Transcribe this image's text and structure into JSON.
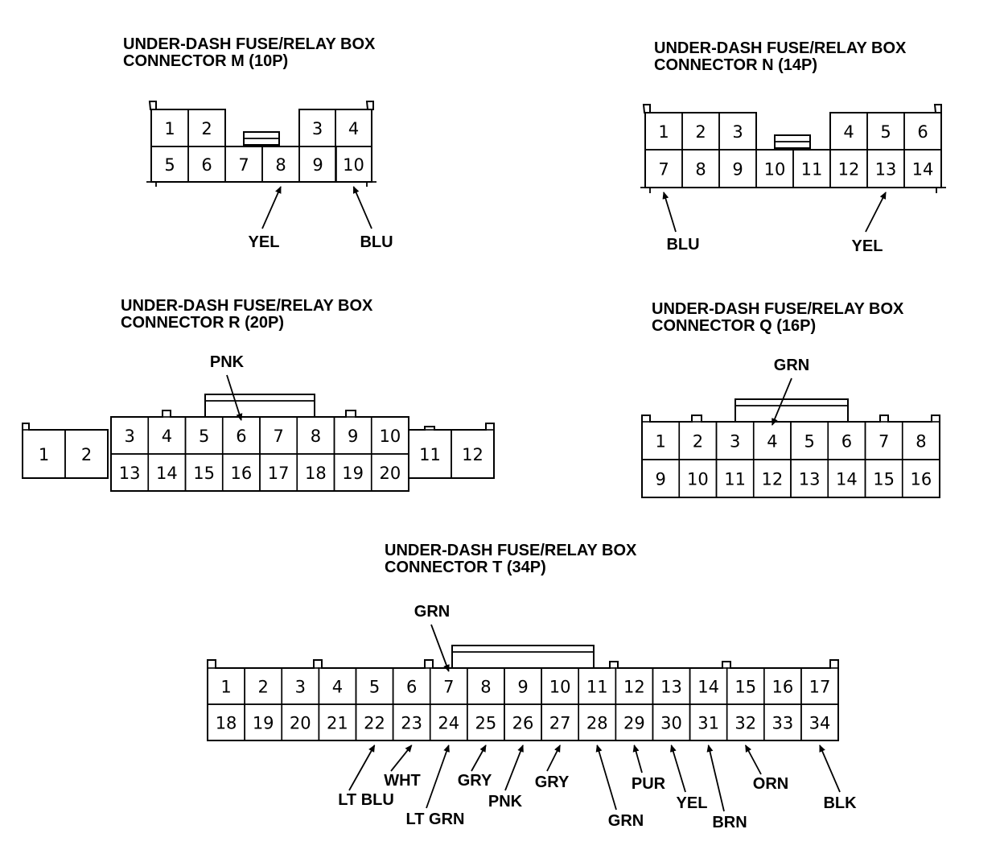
{
  "connectors": {
    "m": {
      "title1": "UNDER-DASH FUSE/RELAY BOX",
      "title2": "CONNECTOR M (10P)",
      "pins": [
        "1",
        "2",
        "3",
        "4",
        "5",
        "6",
        "7",
        "8",
        "9",
        "10"
      ],
      "wires": [
        {
          "pin": "8",
          "label": "YEL"
        },
        {
          "pin": "10",
          "label": "BLU"
        }
      ]
    },
    "n": {
      "title1": "UNDER-DASH FUSE/RELAY BOX",
      "title2": "CONNECTOR N (14P)",
      "pins": [
        "1",
        "2",
        "3",
        "4",
        "5",
        "6",
        "7",
        "8",
        "9",
        "10",
        "11",
        "12",
        "13",
        "14"
      ],
      "wires": [
        {
          "pin": "7",
          "label": "BLU"
        },
        {
          "pin": "13",
          "label": "YEL"
        }
      ]
    },
    "r": {
      "title1": "UNDER-DASH FUSE/RELAY BOX",
      "title2": "CONNECTOR R (20P)",
      "pins": [
        "1",
        "2",
        "3",
        "4",
        "5",
        "6",
        "7",
        "8",
        "9",
        "10",
        "11",
        "12",
        "13",
        "14",
        "15",
        "16",
        "17",
        "18",
        "19",
        "20"
      ],
      "wires": [
        {
          "pin": "6",
          "label": "PNK"
        }
      ]
    },
    "q": {
      "title1": "UNDER-DASH FUSE/RELAY BOX",
      "title2": "CONNECTOR Q (16P)",
      "pins": [
        "1",
        "2",
        "3",
        "4",
        "5",
        "6",
        "7",
        "8",
        "9",
        "10",
        "11",
        "12",
        "13",
        "14",
        "15",
        "16"
      ],
      "wires": [
        {
          "pin": "4",
          "label": "GRN"
        }
      ]
    },
    "t": {
      "title1": "UNDER-DASH FUSE/RELAY BOX",
      "title2": "CONNECTOR T (34P)",
      "pins": [
        "1",
        "2",
        "3",
        "4",
        "5",
        "6",
        "7",
        "8",
        "9",
        "10",
        "11",
        "12",
        "13",
        "14",
        "15",
        "16",
        "17",
        "18",
        "19",
        "20",
        "21",
        "22",
        "23",
        "24",
        "25",
        "26",
        "27",
        "28",
        "29",
        "30",
        "31",
        "32",
        "33",
        "34"
      ],
      "wires": [
        {
          "pin": "7",
          "label": "GRN"
        },
        {
          "pin": "22",
          "label": "LT BLU"
        },
        {
          "pin": "23",
          "label": "WHT"
        },
        {
          "pin": "24",
          "label": "LT GRN"
        },
        {
          "pin": "25",
          "label": "GRY"
        },
        {
          "pin": "26",
          "label": "PNK"
        },
        {
          "pin": "27",
          "label": "GRY"
        },
        {
          "pin": "28",
          "label": "GRN"
        },
        {
          "pin": "29",
          "label": "PUR"
        },
        {
          "pin": "30",
          "label": "YEL"
        },
        {
          "pin": "31",
          "label": "BRN"
        },
        {
          "pin": "32",
          "label": "ORN"
        },
        {
          "pin": "34",
          "label": "BLK"
        }
      ]
    }
  }
}
